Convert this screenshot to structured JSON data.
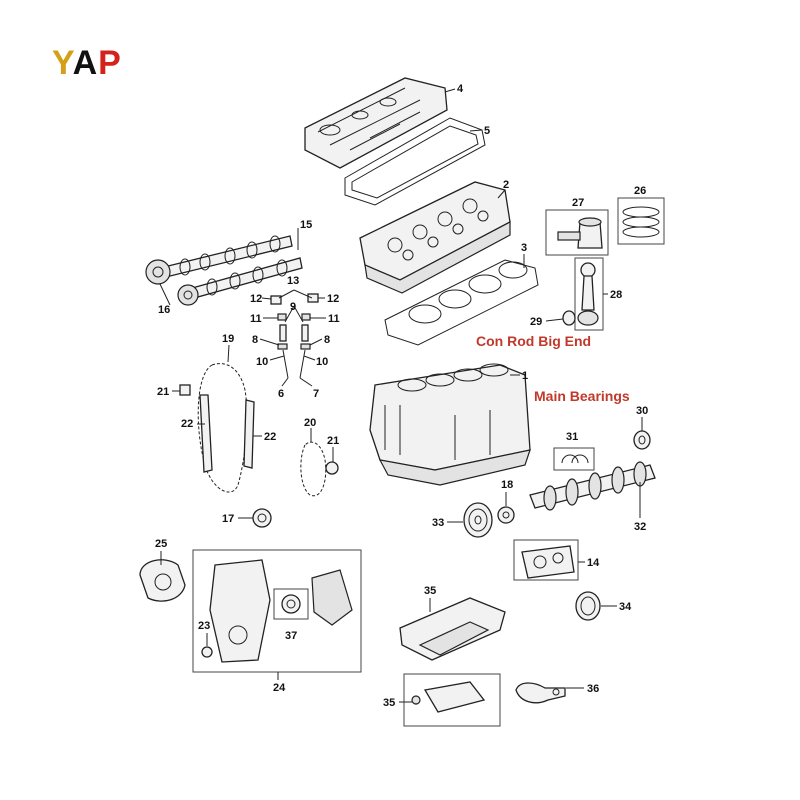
{
  "logo": {
    "letter1": "Y",
    "letter2": "A",
    "letter3": "P"
  },
  "callouts": {
    "con_rod": "Con Rod Big End",
    "main_bearings": "Main Bearings"
  },
  "callout_color": "#c0392b",
  "labels": {
    "n1": "1",
    "n2": "2",
    "n3": "3",
    "n4": "4",
    "n5": "5",
    "n6": "6",
    "n7": "7",
    "n8a": "8",
    "n8b": "8",
    "n9": "9",
    "n10a": "10",
    "n10b": "10",
    "n11a": "11",
    "n11b": "11",
    "n12a": "12",
    "n12b": "12",
    "n13": "13",
    "n14": "14",
    "n15": "15",
    "n16": "16",
    "n17": "17",
    "n18": "18",
    "n19": "19",
    "n20": "20",
    "n21a": "21",
    "n21b": "21",
    "n22a": "22",
    "n22b": "22",
    "n23": "23",
    "n24": "24",
    "n25": "25",
    "n26": "26",
    "n27": "27",
    "n28": "28",
    "n29": "29",
    "n30": "30",
    "n31": "31",
    "n32": "32",
    "n33": "33",
    "n34": "34",
    "n35a": "35",
    "n35b": "35",
    "n36": "36",
    "n37": "37"
  }
}
